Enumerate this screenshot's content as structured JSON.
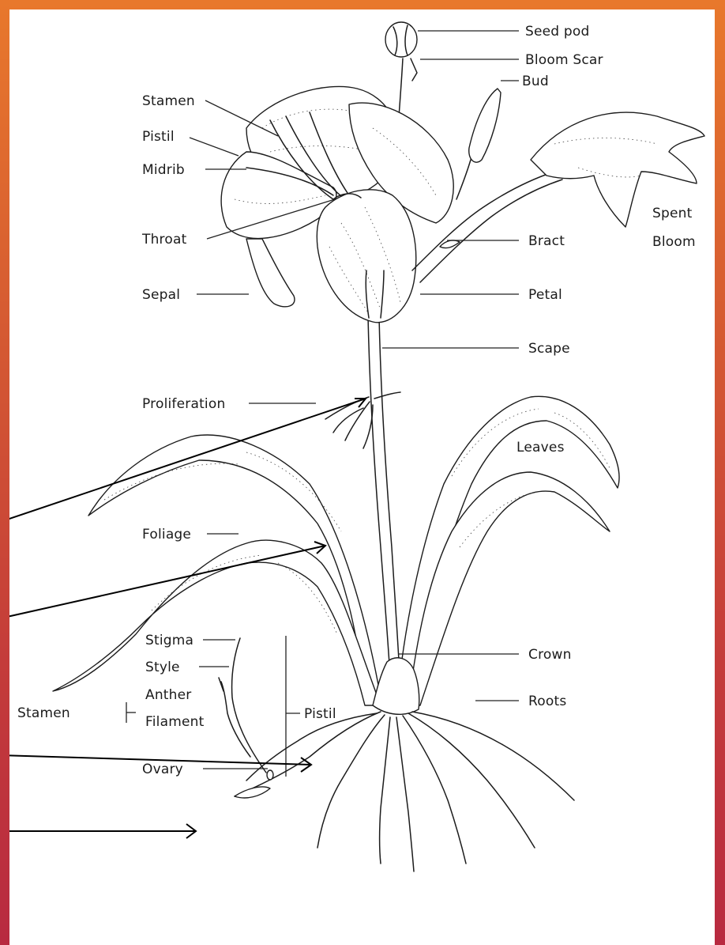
{
  "labels": {
    "seed_pod": "Seed pod",
    "bloom_scar": "Bloom Scar",
    "bud": "Bud",
    "stamen_top": "Stamen",
    "pistil_top": "Pistil",
    "midrib": "Midrib",
    "spent": "Spent",
    "bloom": "Bloom",
    "throat": "Throat",
    "bract": "Bract",
    "sepal": "Sepal",
    "petal": "Petal",
    "scape": "Scape",
    "proliferation": "Proliferation",
    "leaves": "Leaves",
    "foliage": "Foliage",
    "stigma": "Stigma",
    "style": "Style",
    "anther": "Anther",
    "filament": "Filament",
    "stamen_bottom": "Stamen",
    "pistil_bottom": "Pistil",
    "ovary": "Ovary",
    "crown": "Crown",
    "roots": "Roots"
  },
  "colors": {
    "background_top": "#e8782c",
    "background_bottom": "#b82a40",
    "ink": "#1c1c1c",
    "panel": "#ffffff"
  }
}
